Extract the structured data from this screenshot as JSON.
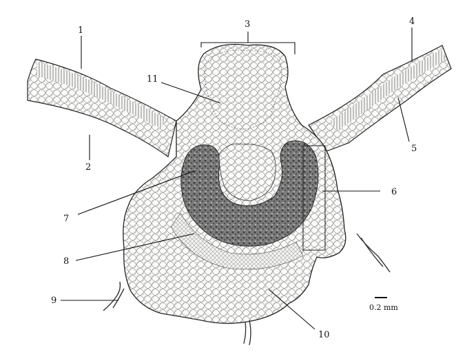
{
  "figure": {
    "labels": [
      {
        "id": "1",
        "text": "1"
      },
      {
        "id": "2",
        "text": "2"
      },
      {
        "id": "3",
        "text": "3"
      },
      {
        "id": "4",
        "text": "4"
      },
      {
        "id": "5",
        "text": "5"
      },
      {
        "id": "6",
        "text": "6"
      },
      {
        "id": "7",
        "text": "7"
      },
      {
        "id": "8",
        "text": "8"
      },
      {
        "id": "9",
        "text": "9"
      },
      {
        "id": "10",
        "text": "10"
      },
      {
        "id": "11",
        "text": "11"
      }
    ],
    "scale_bar": {
      "label": "0.2 mm"
    },
    "colors": {
      "ink": "#111111",
      "tissue_fill": "#f7f7f5",
      "vascular_dark": "#5d5d5d",
      "background": "#ffffff"
    }
  }
}
